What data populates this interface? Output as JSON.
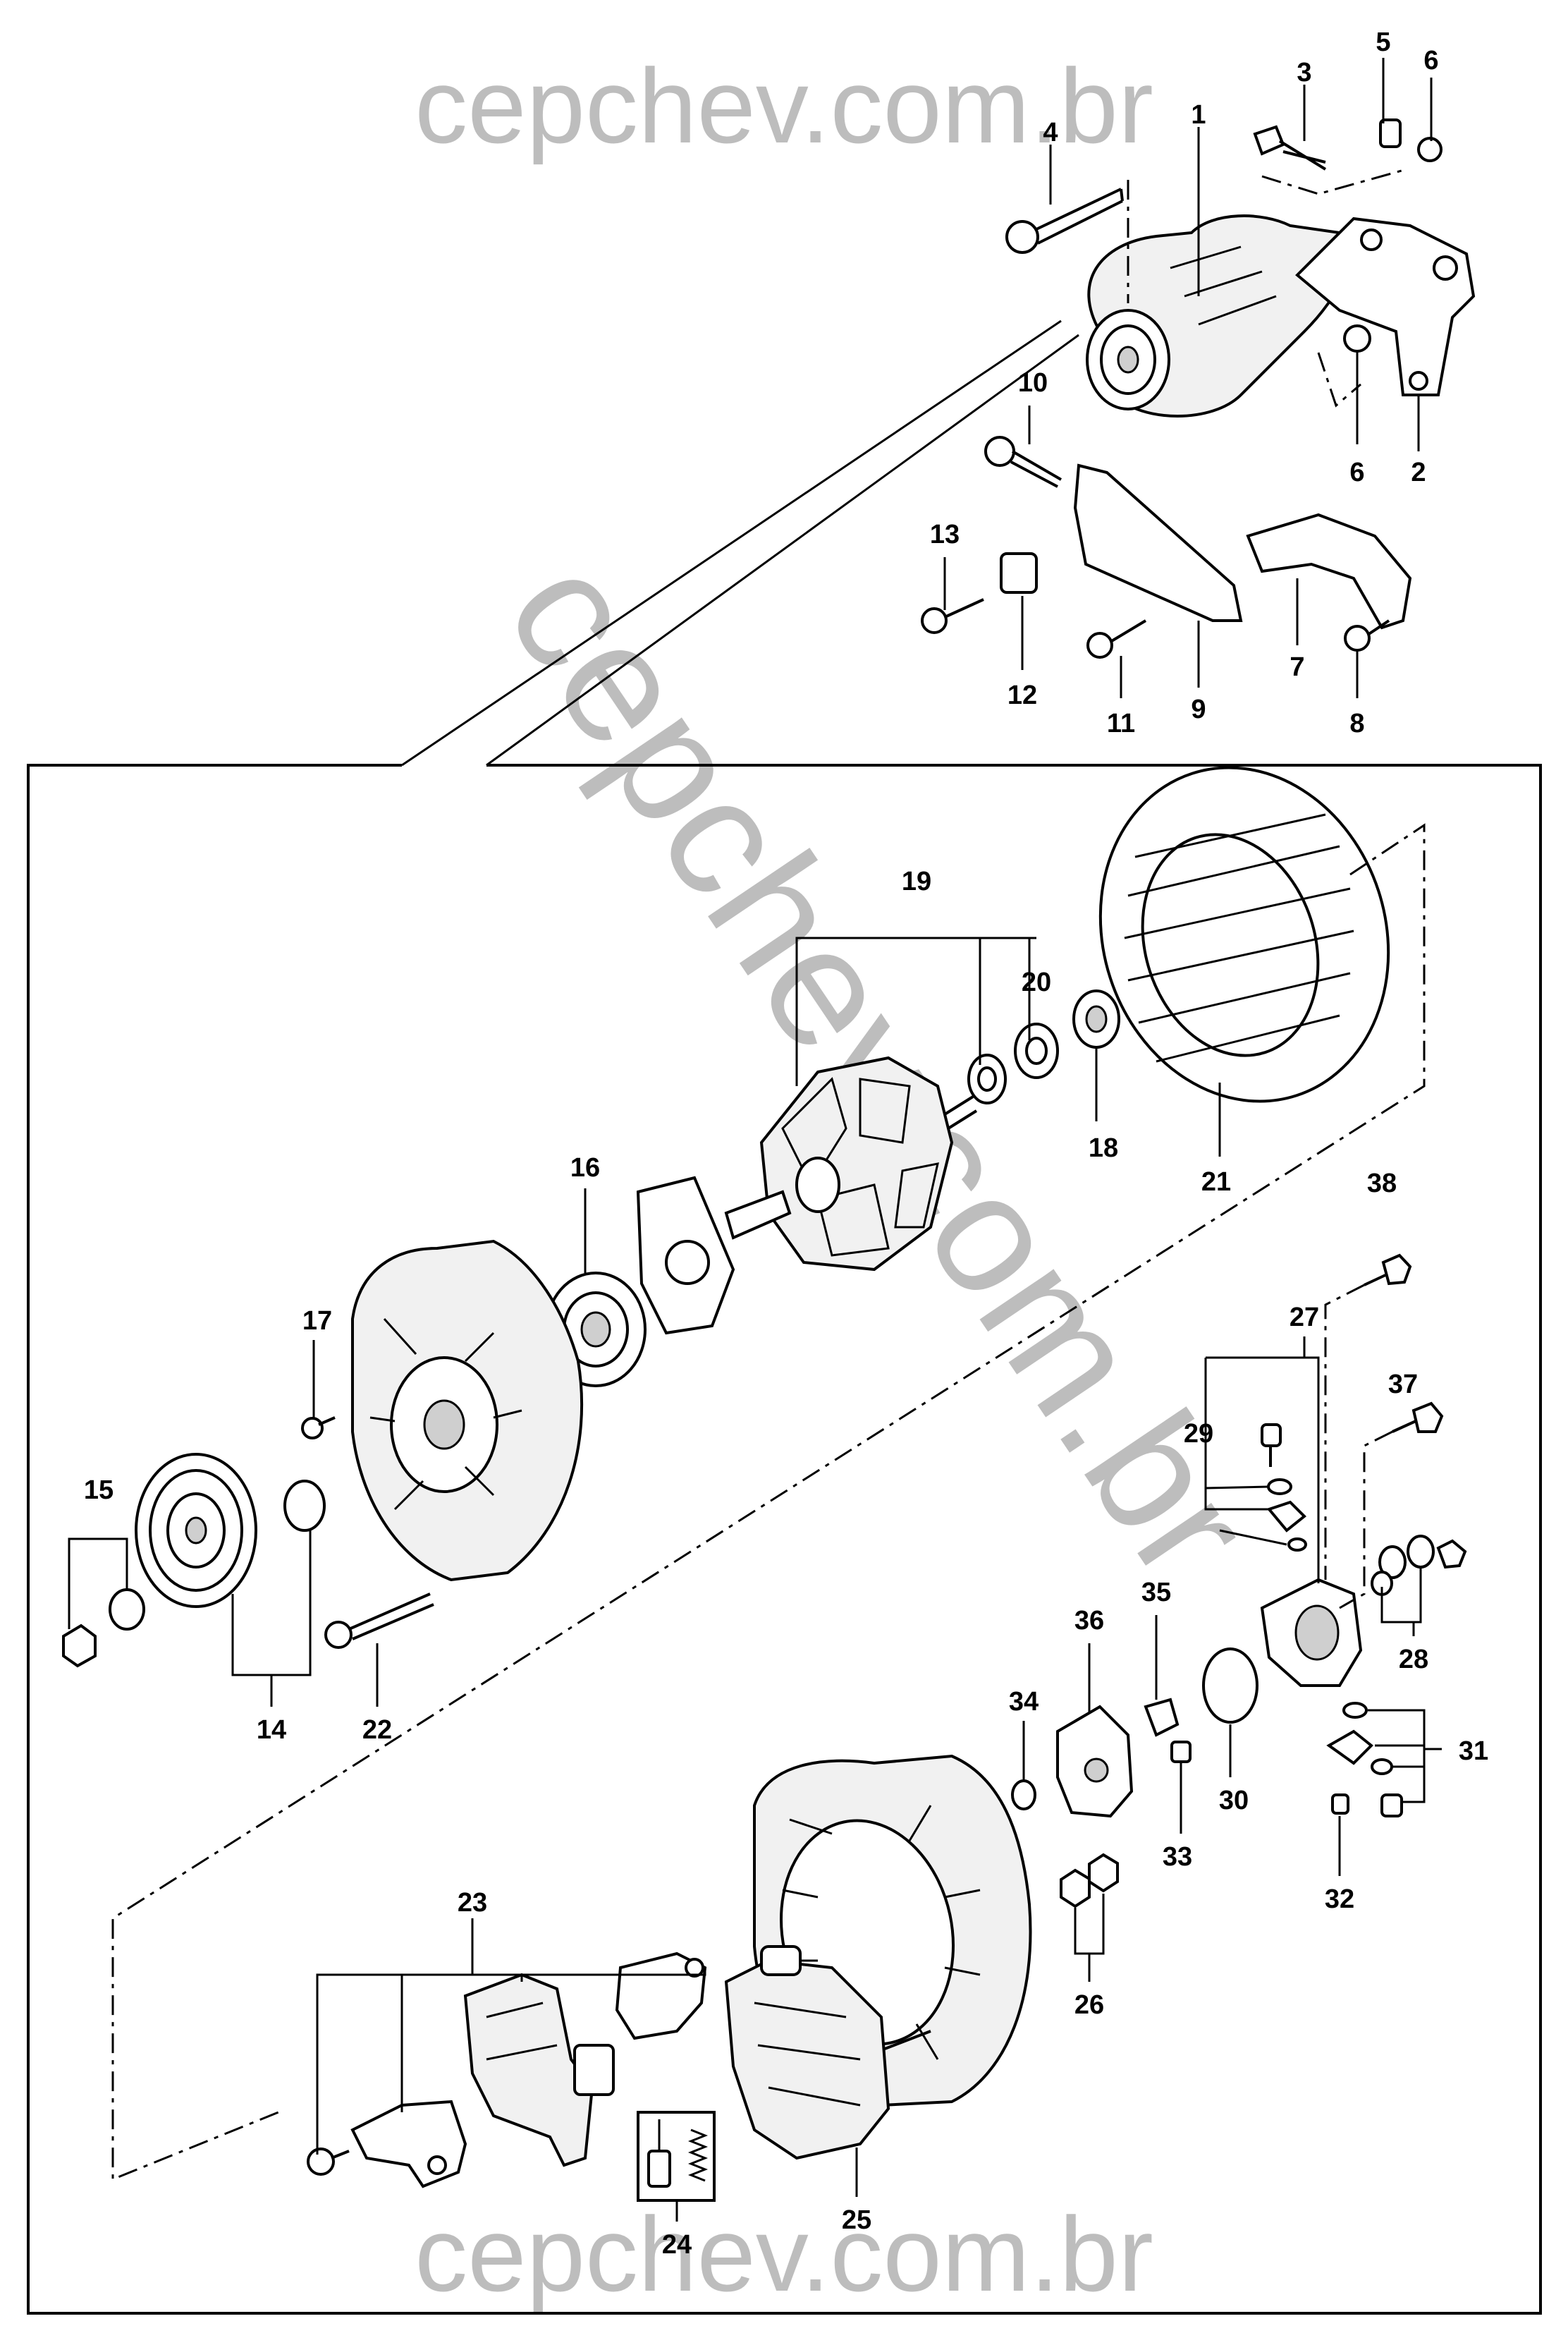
{
  "watermarks": {
    "top": "cepchev.com.br",
    "diagonal": "cepchev.com.br",
    "bottom": "cepchev.com.br"
  },
  "callouts": {
    "1": "1",
    "2": "2",
    "3": "3",
    "4": "4",
    "5": "5",
    "6a": "6",
    "6b": "6",
    "7": "7",
    "8": "8",
    "9": "9",
    "10": "10",
    "11": "11",
    "12": "12",
    "13": "13",
    "14": "14",
    "15": "15",
    "16": "16",
    "17": "17",
    "18": "18",
    "19": "19",
    "20": "20",
    "21": "21",
    "22": "22",
    "23": "23",
    "24": "24",
    "25": "25",
    "26": "26",
    "27": "27",
    "28": "28",
    "29": "29",
    "30": "30",
    "31": "31",
    "32": "32",
    "33": "33",
    "34": "34",
    "35": "35",
    "36": "36",
    "37": "37",
    "38": "38"
  }
}
